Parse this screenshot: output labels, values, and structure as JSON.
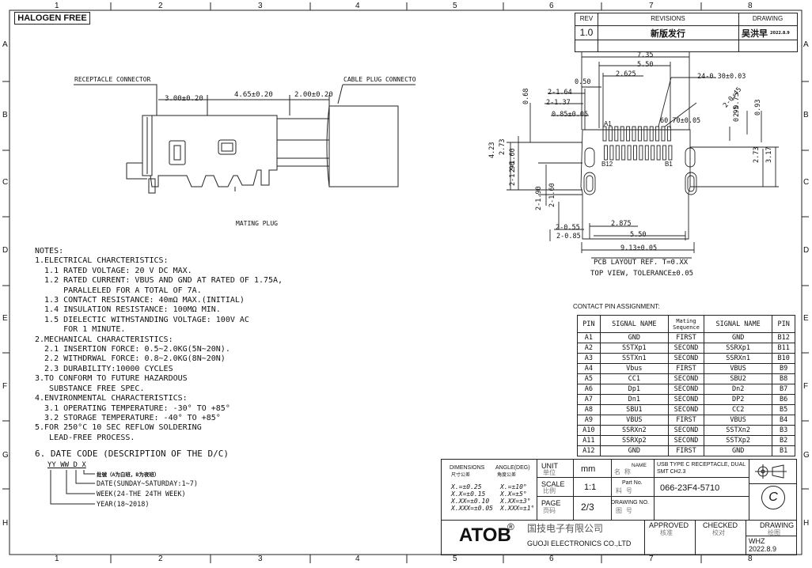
{
  "badge": "HALOGEN FREE",
  "ruler": {
    "cols": [
      "1",
      "2",
      "3",
      "4",
      "5",
      "6",
      "7",
      "8"
    ],
    "rows": [
      "A",
      "B",
      "C",
      "D",
      "E",
      "F",
      "G",
      "H"
    ]
  },
  "revision": {
    "rev_h": "REV",
    "rev_title_h": "REVISIONS",
    "drawing_h": "DRAWING",
    "rev": "1.0",
    "desc": "新版发行",
    "drawer": "吴洪早",
    "date_small": "2022.8.9"
  },
  "side_view": {
    "receptacle_label": "RECEPTACLE CONNECTOR",
    "cable_label": "CABLE PLUG CONNECTO",
    "mating_label": "MATING PLUG",
    "dims": [
      "3.00±0.20",
      "4.65±0.20",
      "2.00±0.20"
    ]
  },
  "top_view": {
    "dims": [
      "7.35",
      "5.50",
      "2.625",
      "0.50",
      "24-0.30±0.03",
      "2-1.64",
      "2-1.37",
      "0.85±0.05",
      "0.68",
      "60.70±0.05",
      "2-0.45",
      "0.95",
      "2-0.75",
      "0.93",
      "4.23",
      "2.73",
      "2-1.60",
      "2-1.90",
      "2.73",
      "3.17",
      "2-1.90",
      "2-1.60",
      "2-0.55",
      "2-0.85",
      "2.875",
      "5.50",
      "9.13±0.05"
    ],
    "pin_labels": [
      "A1",
      "B12",
      "B1"
    ],
    "caption1": "PCB LAYOUT REF. T=0.XX",
    "caption2": "TOP VIEW, TOLERANCE±0.05"
  },
  "notes": {
    "lines": [
      "NOTES:",
      "1.ELECTRICAL CHARCTERISTICS:",
      "  1.1 RATED VOLTAGE: 20 V DC MAX.",
      "  1.2 RATED CURRENT: VBUS AND GND AT RATED OF 1.75A,",
      "      PARALLELED FOR A TOTAL OF 7A.",
      "  1.3 CONTACT RESISTANCE: 40mΩ MAX.(INITIAL)",
      "  1.4 INSULATION RESISTANCE: 100MΩ MIN.",
      "  1.5 DIELECTIC WITHSTANDING VOLTAGE: 100V AC",
      "      FOR 1 MINUTE.",
      "2.MECHANICAL CHARACTERISTICS:",
      "  2.1 INSERTION FORCE: 0.5~2.0KG(5N~20N).",
      "  2.2 WITHDRWAL FORCE: 0.8~2.0KG(8N~20N)",
      "  2.3 DURABILITY:10000 CYCLES",
      "3.TO CONFORM TO FUTURE HAZARDOUS",
      "   SUBSTANCE FREE SPEC.",
      "4.ENVIRONMENTAL CHARACTERISTICS:",
      "  3.1 OPERATING TEMPERATURE: -30° TO +85°",
      "  3.2 STORAGE TEMPERATURE: -40° TO +85°",
      "5.FOR 250°C 10 SEC REFLOW SOLDERING",
      "   LEAD-FREE PROCESS."
    ]
  },
  "date_code": {
    "title": "6. DATE CODE (DESCRIPTION OF THE D/C)",
    "code": "YY WW D X",
    "lines": [
      "批號（A为白班，B为夜班）",
      "DATE(SUNDAY~SATURDAY:1~7)",
      "WEEK(24-THE 24TH WEEK)",
      "YEAR(18~2018)"
    ]
  },
  "pin_table": {
    "title": "CONTACT PIN ASSIGNMENT:",
    "headers": [
      "PIN",
      "SIGNAL NAME",
      "Mating Sequence",
      "SIGNAL NAME",
      "PIN"
    ],
    "rows": [
      [
        "A1",
        "GND",
        "FIRST",
        "GND",
        "B12"
      ],
      [
        "A2",
        "SSTXp1",
        "SECOND",
        "SSRXp1",
        "B11"
      ],
      [
        "A3",
        "SSTXn1",
        "SECOND",
        "SSRXn1",
        "B10"
      ],
      [
        "A4",
        "Vbus",
        "FIRST",
        "VBUS",
        "B9"
      ],
      [
        "A5",
        "CC1",
        "SECOND",
        "SBU2",
        "B8"
      ],
      [
        "A6",
        "Dp1",
        "SECOND",
        "Dn2",
        "B7"
      ],
      [
        "A7",
        "Dn1",
        "SECOND",
        "DP2",
        "B6"
      ],
      [
        "A8",
        "SBU1",
        "SECOND",
        "CC2",
        "B5"
      ],
      [
        "A9",
        "VBUS",
        "FIRST",
        "VBUS",
        "B4"
      ],
      [
        "A10",
        "SSRXn2",
        "SECOND",
        "SSTXn2",
        "B3"
      ],
      [
        "A11",
        "SSRXp2",
        "SECOND",
        "SSTXp2",
        "B2"
      ],
      [
        "A12",
        "GND",
        "FIRST",
        "GND",
        "B1"
      ]
    ]
  },
  "title_block": {
    "dim_h": "DIMENSIONS",
    "dim_cn": "尺寸公差",
    "ang_h": "ANGLE(DEG)",
    "ang_cn": "角度公差",
    "dim_tol": [
      "X.=±0.25",
      "X.X=±0.15",
      "X.XX=±0.10",
      "X.XXX=±0.05"
    ],
    "ang_tol": [
      "X.=±10°",
      "X.X=±5°",
      "X.XX=±3°",
      "X.XXX=±1°"
    ],
    "unit_h": "UNIT",
    "unit_cn": "单位",
    "unit": "mm",
    "scale_h": "SCALE",
    "scale_cn": "比例",
    "scale": "1:1",
    "page_h": "PAGE",
    "page_cn": "页码",
    "page": "2/3",
    "name_h": "NAME",
    "name_cn": "名 称",
    "name": "USB TYPE C RECEPTACLE, DUAL SMT CH2.3",
    "partno_h": "Part No.",
    "partno_cn": "料 号",
    "partno": "066-23F4-5710",
    "drawno_h": "DRAWING NO.",
    "drawno_cn": "图 号",
    "approved_h": "APPROVED",
    "approved_cn": "核准",
    "checked_h": "CHECKED",
    "checked_cn": "校对",
    "drawing_h": "DRAWING",
    "drawing_cn": "绘图",
    "drawer": "WHZ",
    "date": "2022.8.9",
    "logo": "ATOB",
    "reg": "®",
    "company_cn": "国技电子有限公司",
    "company_en": "GUOJI ELECTRONICS CO.,LTD"
  }
}
